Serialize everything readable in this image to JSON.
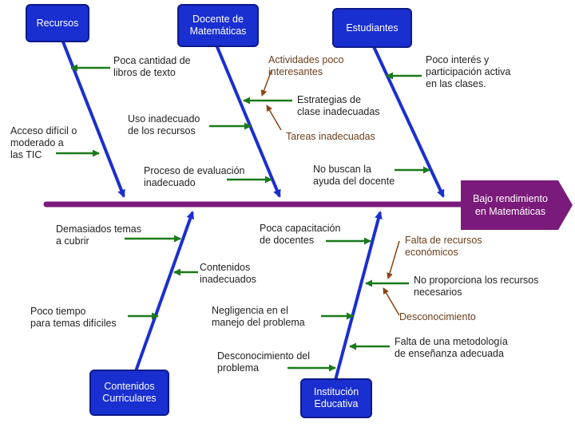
{
  "categories": {
    "recursos": "Recursos",
    "docente": "Docente de\nMatemáticas",
    "estudiantes": "Estudiantes",
    "contenidos": "Contenidos\nCurriculares",
    "institucion": "Institución\nEducativa"
  },
  "effect": "Bajo rendimiento\nen Matemáticas",
  "causes": {
    "recursos": [
      "Poca cantidad de\nlibros de texto",
      "Acceso difícil o\nmoderado a\nlas TIC"
    ],
    "docente": [
      "Actividades poco\ninteresantes",
      "Estrategias de\nclase inadecuadas",
      "Tareas inadecuadas",
      "Uso inadecuado\nde los recursos",
      "Proceso de evaluación\ninadecuado"
    ],
    "estudiantes": [
      "Poco interés y\nparticipación activa\nen las clases.",
      "No buscan la\nayuda del docente"
    ],
    "contenidos": [
      "Demasiados temas\na cubrir",
      "Contenidos\ninadecuados",
      "Poco tiempo\npara temas difíciles"
    ],
    "institucion": [
      "Poca capacitación\nde docentes",
      "Falta de recursos\neconómicos",
      "No proporciona los recursos\nnecesarios",
      "Desconocimiento",
      "Negligencia en el\nmanejo del problema",
      "Falta de una metodología\nde enseñanza adecuada",
      "Desconocimiento del\nproblema"
    ]
  },
  "colors": {
    "category_box": "#1a2fcf",
    "spine": "#7a1a7a",
    "arrow": "#1a7a1a",
    "sub_arrow": "#8b4513"
  }
}
